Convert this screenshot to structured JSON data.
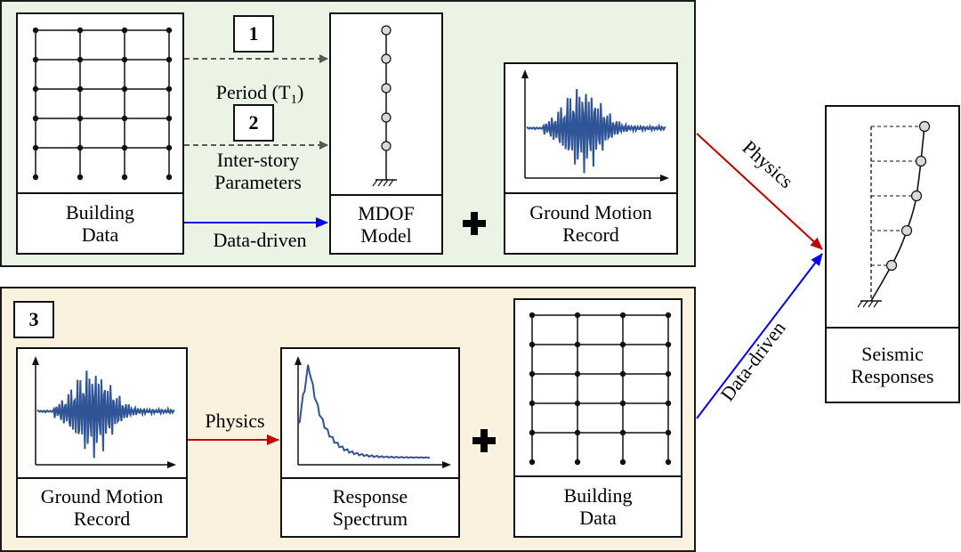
{
  "colors": {
    "top_panel_bg": "#eaf3e4",
    "bottom_panel_bg": "#fbf1df",
    "physics_arrow": "#c00000",
    "data_driven_arrow": "#0000ff",
    "signal_line": "#2f5597",
    "dashed_arrow": "#595959"
  },
  "top_panel": {
    "building_data_caption": "Building\nData",
    "step1_number": "1",
    "step1_label": "Period (T",
    "step1_label_sub": "1",
    "step1_label_tail": ")",
    "step2_number": "2",
    "step2_label": "Inter-story\nParameters",
    "data_driven_label": "Data-driven",
    "mdof_caption": "MDOF\nModel",
    "plus_icon": "plus-icon",
    "ground_motion_caption": "Ground Motion\nRecord"
  },
  "bottom_panel": {
    "step3_number": "3",
    "ground_motion_caption": "Ground Motion\nRecord",
    "physics_label": "Physics",
    "response_spectrum_caption": "Response\nSpectrum",
    "plus_icon": "plus-icon",
    "building_data_caption": "Building\nData"
  },
  "output": {
    "physics_label": "Physics",
    "data_driven_label": "Data-driven",
    "seismic_caption": "Seismic\nResponses"
  }
}
